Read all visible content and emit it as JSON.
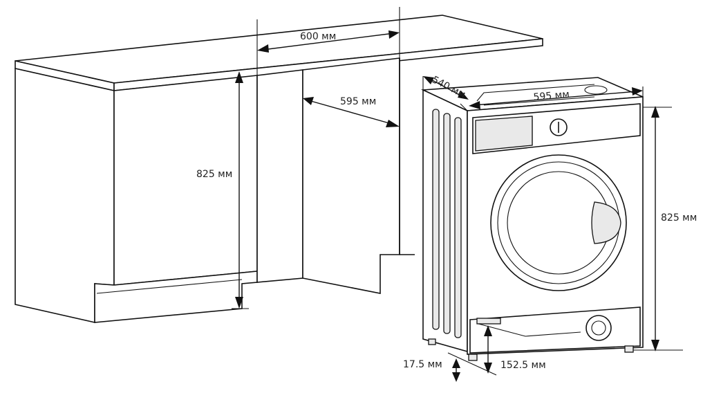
{
  "dimensions": {
    "niche_width": "600 мм",
    "niche_depth": "595 мм",
    "niche_height": "825 мм",
    "machine_depth": "540 мм",
    "machine_width": "595 мм",
    "machine_height": "825 мм",
    "foot_height": "17.5 мм",
    "plinth_height": "152.5 мм"
  },
  "colors": {
    "line": "#111111",
    "background": "#ffffff"
  }
}
